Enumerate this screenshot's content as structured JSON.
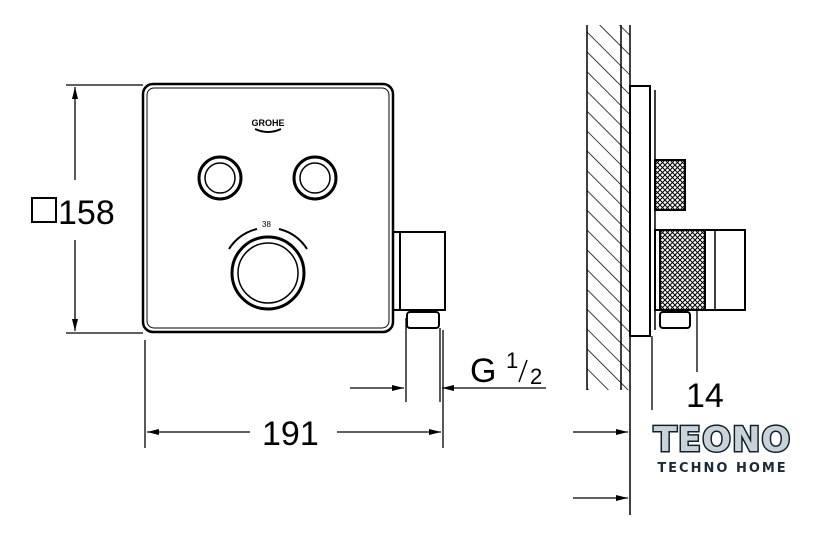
{
  "dimensions": {
    "height_label": "158",
    "width_label": "191",
    "thread_label_main": "G",
    "thread_label_num": "1",
    "thread_label_den": "2",
    "depth_label": "14",
    "temperature_mark": "38"
  },
  "brand_on_plate": "GROHE",
  "watermark": {
    "main": "TEONO",
    "sub": "TECHNO HOME"
  }
}
